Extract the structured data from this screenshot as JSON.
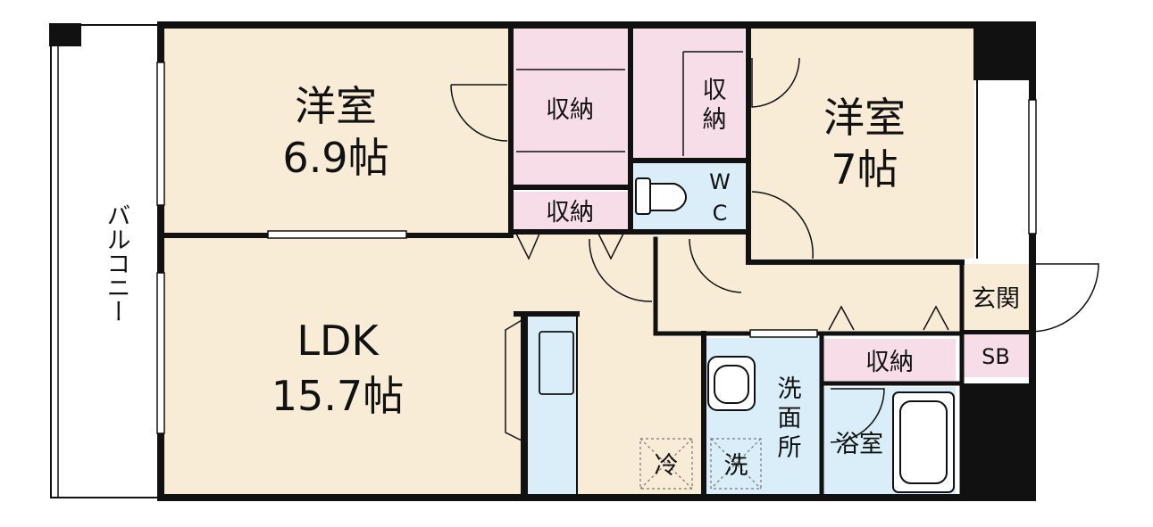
{
  "rooms": {
    "western_room_1": {
      "name": "洋室",
      "size": "6.9帖"
    },
    "western_room_2": {
      "name": "洋室",
      "size": "7帖"
    },
    "ldk": {
      "name": "LDK",
      "size": "15.7帖"
    },
    "balcony": "バルコニー",
    "storage": "収納",
    "storage_vertical": [
      "収",
      "納"
    ],
    "wc": [
      "W",
      "C"
    ],
    "entrance": "玄関",
    "shoe_box": "SB",
    "washroom": [
      "洗",
      "面",
      "所"
    ],
    "bathroom": "浴室"
  },
  "appliances": {
    "fridge": "冷",
    "washer": "洗"
  },
  "colors": {
    "floor_living": "#f8ecd6",
    "floor_wet": "#d9eef8",
    "floor_storage": "#f7dde7",
    "wall": "#111111"
  }
}
